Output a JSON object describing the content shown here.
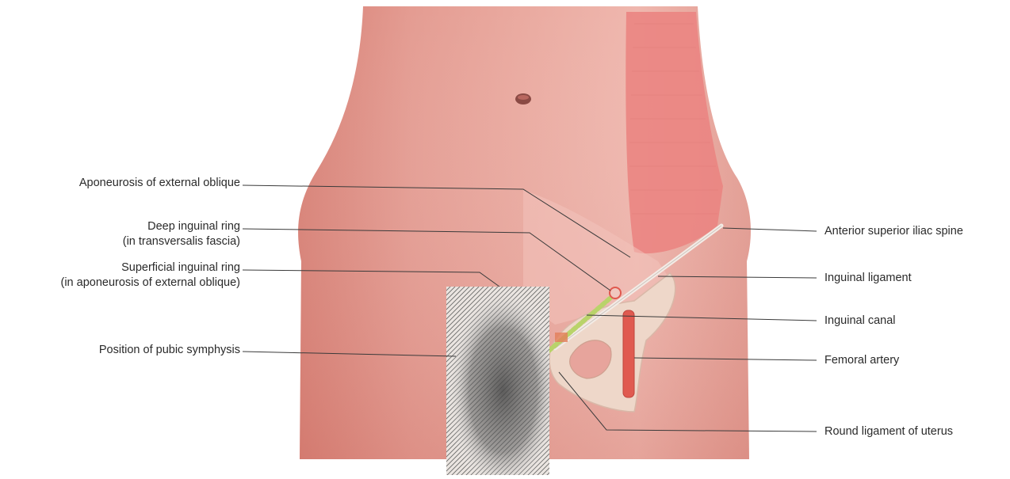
{
  "labels_left": [
    {
      "id": "aponeurosis",
      "lines": [
        "Aponeurosis of external oblique"
      ]
    },
    {
      "id": "deep-ring",
      "lines": [
        "Deep inguinal ring",
        "(in transversalis fascia)"
      ]
    },
    {
      "id": "superficial-ring",
      "lines": [
        "Superficial inguinal ring",
        "(in aponeurosis of external oblique)"
      ]
    },
    {
      "id": "pubic-symphysis",
      "lines": [
        "Position of pubic symphysis"
      ]
    }
  ],
  "labels_right": [
    {
      "id": "asis",
      "lines": [
        "Anterior superior iliac spine"
      ]
    },
    {
      "id": "inguinal-ligament",
      "lines": [
        "Inguinal ligament"
      ]
    },
    {
      "id": "inguinal-canal",
      "lines": [
        "Inguinal canal"
      ]
    },
    {
      "id": "femoral-artery",
      "lines": [
        "Femoral artery"
      ]
    },
    {
      "id": "round-ligament",
      "lines": [
        "Round ligament of uterus"
      ]
    }
  ],
  "colors": {
    "skin": "#e8a096",
    "skin_dark": "#d98579",
    "muscle": "#e87f7a",
    "bone": "#efd6c8",
    "artery": "#e0584e",
    "canal": "#b9d36a",
    "leader": "#3a3a3a"
  }
}
